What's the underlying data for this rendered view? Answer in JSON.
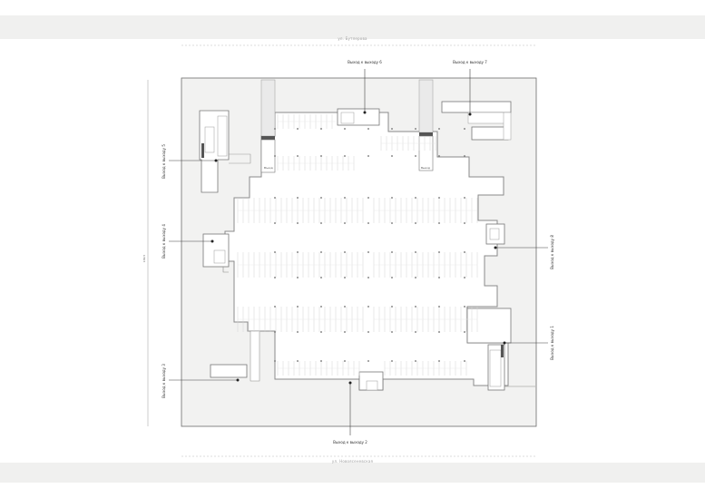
{
  "streets": {
    "top": "ул. Бутлерова",
    "bottom": "ул. Новоясеневская"
  },
  "dimension_label": "130,5",
  "exits": {
    "exit1": "Выход к выходу 1",
    "exit2": "Выход к выходу 2",
    "exit3": "Выход к выходу 3",
    "exit4": "Выход к выходу 4",
    "exit5": "Выход к выходу 5",
    "exit6": "Выход к выходу 6",
    "exit7": "Выход к выходу 7",
    "exit8": "Выход к выходу 8"
  },
  "ramps": {
    "left": "Въезд",
    "right": "Выезд"
  },
  "colors": {
    "background": "#ffffff",
    "street_band": "#f0f0ef",
    "site": "#f2f2f1",
    "building": "#ffffff",
    "walls": "#888888",
    "parking_lines": "#d4d4d4"
  }
}
